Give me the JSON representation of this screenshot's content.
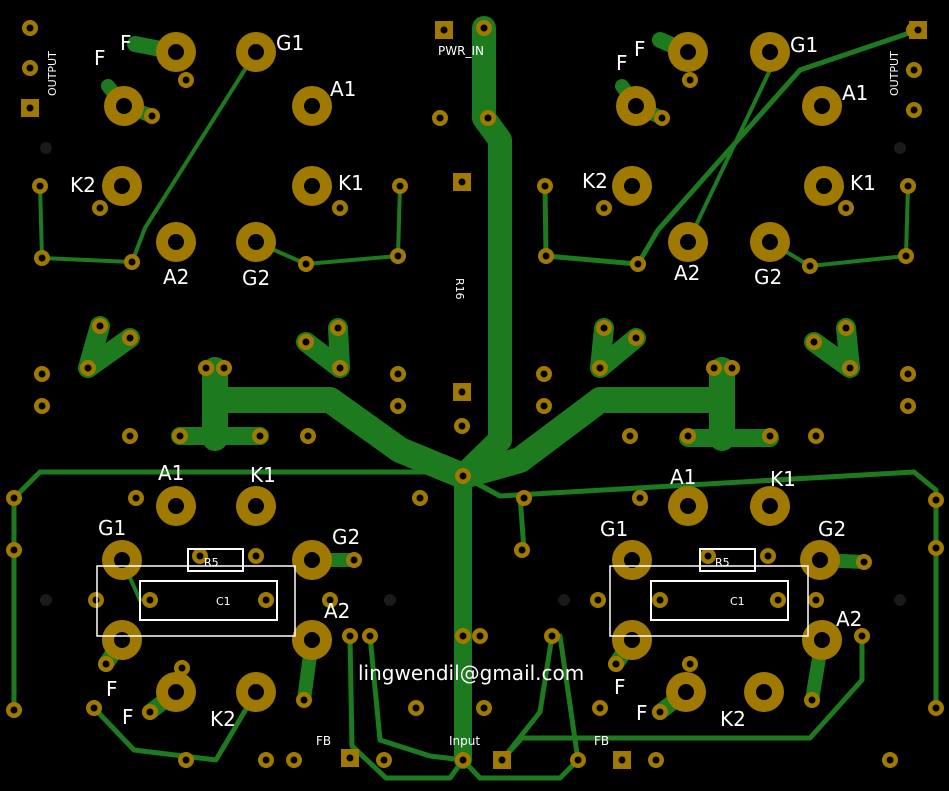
{
  "colors": {
    "background": "#000000",
    "copper": "#1e7a1e",
    "pad_ring": "#a07a00",
    "pad_hole": "#000000",
    "silkscreen": "#ffffff",
    "grid_dot": "#2a2a2a"
  },
  "labels": {
    "pwr_in": "PWR_IN",
    "output_left": "OUTPUT",
    "output_right": "OUTPUT",
    "r16": "R16",
    "email": "lingwendil@gmail.com",
    "input": "Input",
    "fb_left": "FB",
    "fb_right": "FB",
    "r5_left": "R5",
    "r5_right": "R5",
    "c1_left": "C1",
    "c1_right": "C1"
  },
  "upper_left": {
    "g1": "G1",
    "a1": "A1",
    "k1": "K1",
    "k2": "K2",
    "a2": "A2",
    "g2": "G2",
    "f1": "F",
    "f2": "F"
  },
  "upper_right": {
    "g1": "G1",
    "a1": "A1",
    "k1": "K1",
    "k2": "K2",
    "a2": "A2",
    "g2": "G2",
    "f1": "F",
    "f2": "F"
  },
  "lower_left": {
    "a1": "A1",
    "k1": "K1",
    "g1": "G1",
    "g2": "G2",
    "a2": "A2",
    "f1": "F",
    "f2": "F",
    "k2": "K2"
  },
  "lower_right": {
    "a1": "A1",
    "k1": "K1",
    "g1": "G1",
    "g2": "G2",
    "a2": "A2",
    "f1": "F",
    "f2": "F",
    "k2": "K2"
  }
}
